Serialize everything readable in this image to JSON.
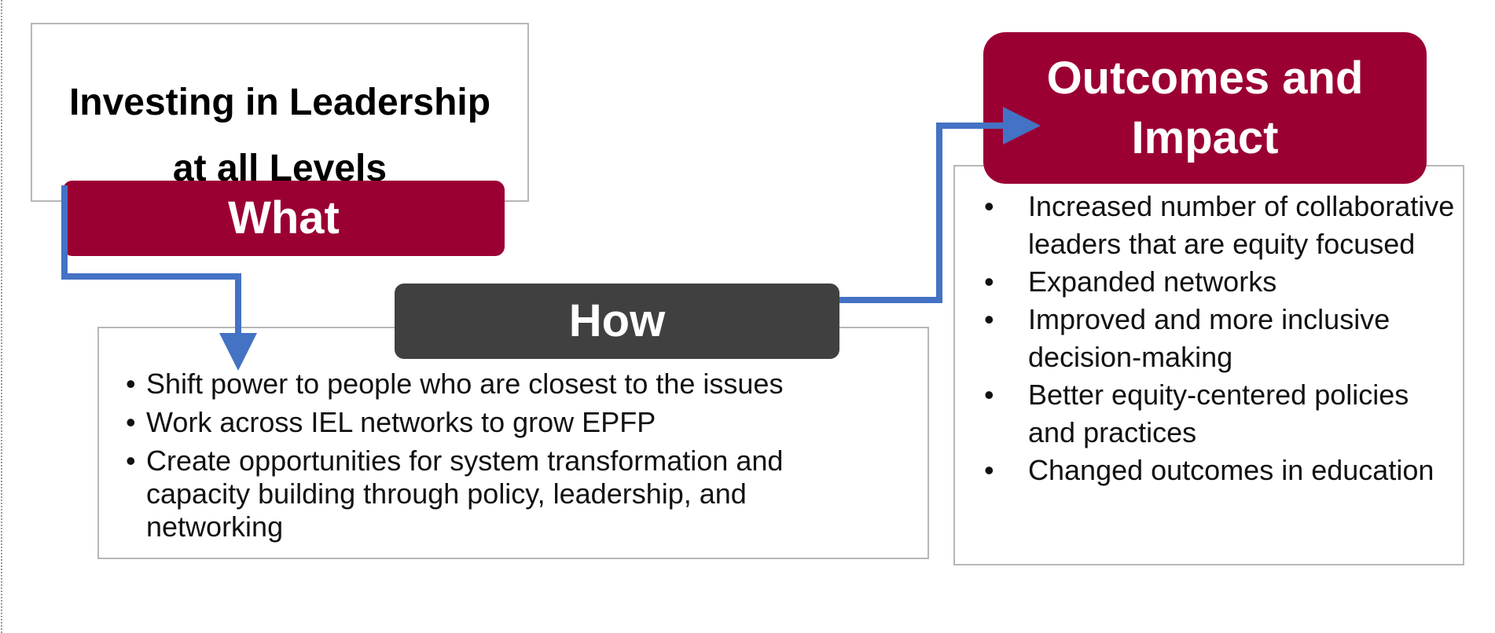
{
  "what": {
    "title": "Investing in Leadership\nat all Levels",
    "label": "What"
  },
  "how": {
    "label": "How",
    "items": [
      "Shift power to people who are closest to the issues",
      "Work across IEL networks to grow EPFP",
      "Create opportunities for system transformation and capacity building through policy, leadership, and networking"
    ]
  },
  "outcomes": {
    "label": "Outcomes and\nImpact",
    "items": [
      "Increased number of collaborative leaders that are equity focused",
      "Expanded networks",
      "Improved and more inclusive decision-making",
      "Better equity-centered policies and practices",
      "Changed outcomes in education"
    ]
  },
  "colors": {
    "accent": "#9b0033",
    "how_label": "#404040",
    "connector": "#4472c4",
    "box_border": "#b7b7b7"
  }
}
